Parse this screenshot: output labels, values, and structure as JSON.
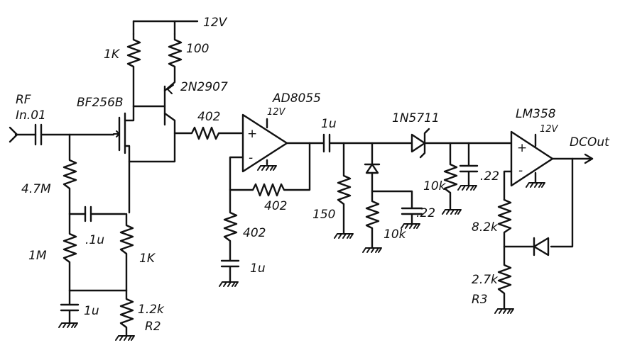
{
  "labels": {
    "supply_12v": "12V",
    "r_1k_top": "1K",
    "r_100": "100",
    "q_2n2907": "2N2907",
    "rf": "RF",
    "in_cap": "In.01",
    "q_bf256b": "BF256B",
    "r_402_series": "402",
    "opamp_ad8055": "AD8055",
    "opamp_12v": "12V",
    "r_4_7m": "4.7M",
    "r_402_feedback": "402",
    "r_402_ground": "402",
    "cap_1u_opamp": "1u",
    "cap_01u": ".1u",
    "r_1m": "1M",
    "r_1k_source": "1K",
    "cap_1u_bottom": "1u",
    "r_1_2k": "1.2k",
    "r2_label": "R2",
    "cap_1u_coupling": "1u",
    "diode_1n5711": "1N5711",
    "r_150": "150",
    "r_10k_bias": "10k",
    "cap_22_bias": ".22",
    "r_10k_detector": "10k",
    "cap_22_detector": ".22",
    "opamp_lm358": "LM358",
    "opamp_lm358_12v": "12V",
    "dc_out": "DCOut",
    "r_8_2k": "8.2k",
    "r_2_7k": "2.7k",
    "r3_label": "R3",
    "plus": "+",
    "minus": "-"
  }
}
